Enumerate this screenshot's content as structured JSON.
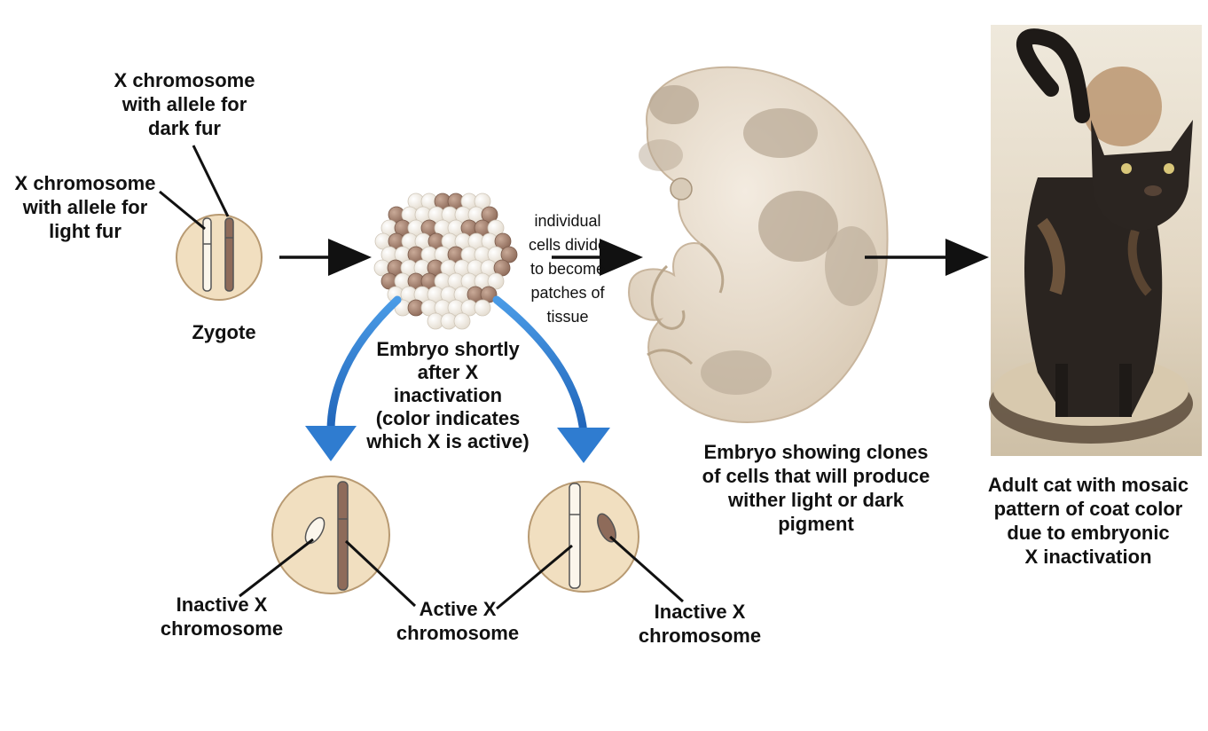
{
  "labels": {
    "x_dark": "X chromosome\nwith allele for\ndark fur",
    "x_light": "X chromosome\nwith allele for\nlight fur",
    "zygote": "Zygote",
    "embryo_early": "Embryo shortly\nafter X\ninactivation\n(color indicates\nwhich X is active)",
    "cells_divide": "individual\ncells divide\nto become\npatches of\ntissue",
    "embryo_clones": "Embryo showing clones\nof cells that will produce\nwither light or dark\npigment",
    "adult_cat": "Adult cat with mosaic\npattern of coat color\ndue to embryonic\nX inactivation",
    "inactive_x_left": "Inactive X\nchromosome",
    "active_x": "Active X\nchromosome",
    "inactive_x_right": "Inactive X\nchromosome"
  },
  "colors": {
    "cell_fill": "#f1dfc0",
    "cell_stroke": "#b89a72",
    "dark_allele": "#8e6b5a",
    "light_allele": "#fbf6ec",
    "arrow_blue": "#2f7cd0",
    "embryo_skin": "#e7dccb",
    "embryo_patch": "#b8a894"
  },
  "icons": {
    "cat_photo": "cat-photo-icon",
    "embryo": "embryo-illustration-icon"
  }
}
